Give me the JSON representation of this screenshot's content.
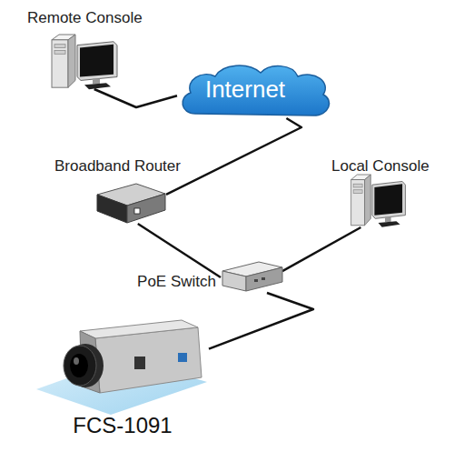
{
  "diagram": {
    "nodes": [
      {
        "text": [
          "Remote Console"
        ]
      },
      {
        "text": [
          "Internet"
        ]
      },
      {
        "text": [
          "Broadband Router"
        ]
      },
      {
        "text": [
          "Local Console"
        ]
      },
      {
        "text": [
          "PoE Switch"
        ]
      },
      {
        "text": [
          "FCS-1091"
        ]
      }
    ],
    "edges": [
      {
        "from": 0,
        "to": 1,
        "arrow": "none"
      },
      {
        "from": 1,
        "to": 2,
        "arrow": "none"
      },
      {
        "from": 2,
        "to": 4,
        "arrow": "none"
      },
      {
        "from": 3,
        "to": 4,
        "arrow": "none"
      },
      {
        "from": 4,
        "to": 5,
        "arrow": "none"
      }
    ]
  }
}
